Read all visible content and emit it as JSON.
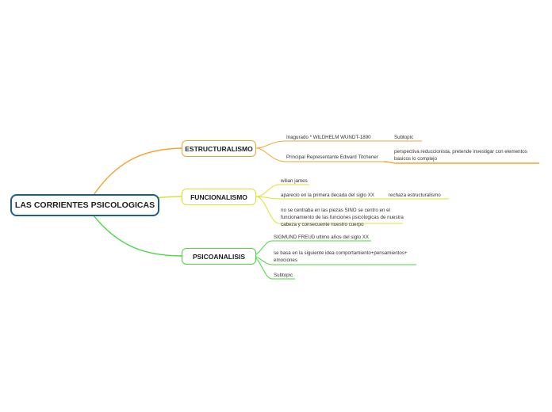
{
  "root": {
    "label": "LAS CORRIENTES PSICOLOGICAS"
  },
  "colors": {
    "root_border": "#1b5f8c",
    "estructuralismo": "#f3a430",
    "funcionalismo": "#dfe02e",
    "psicoanalisis": "#48d93a"
  },
  "estructuralismo": {
    "label": "ESTRUCTURALISMO",
    "inaugurado": "Inagurado * WILDHELM WUNDT-1890",
    "inaugurado_sub": "Subtopic",
    "principal": "Principal Representante Edward Titchener",
    "principal_sub": "perspectiva reduccionista, pretende investigar con elementos basicos lo complejo"
  },
  "funcionalismo": {
    "label": "FUNCIONALISMO",
    "item1": "wilian james",
    "item2": "aparecio en la primera decada del siglo XX",
    "item2_sub": "rechaza estructuralismo",
    "item3": "no se centraba en las piezas SINO se centro en el funcionamiento de las funciones psicologicas de nuestra cabeza y consecuente nuestro cuerpo"
  },
  "psicoanalisis": {
    "label": "PSICOANALISIS",
    "item1": "SIGMUND FREUD ultimo años del siglo XX",
    "item2": "se basa en la siguiente idea comportamiento+pensamientos+ emociones",
    "item3": "Subtopic"
  }
}
